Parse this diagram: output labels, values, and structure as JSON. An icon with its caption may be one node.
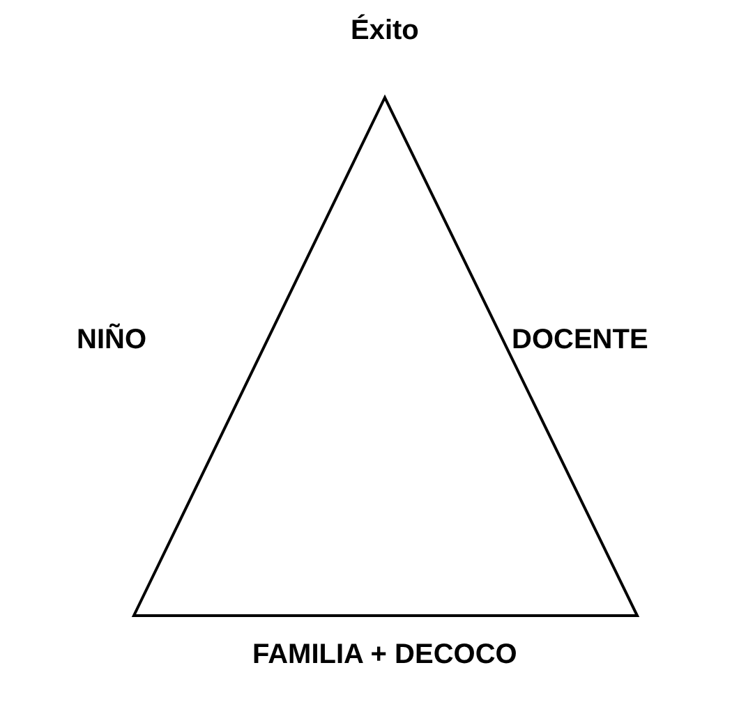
{
  "diagram": {
    "labels": [
      "Éxito",
      "NIÑO",
      "DOCENTE",
      "FAMILIA + DECOCO"
    ]
  }
}
